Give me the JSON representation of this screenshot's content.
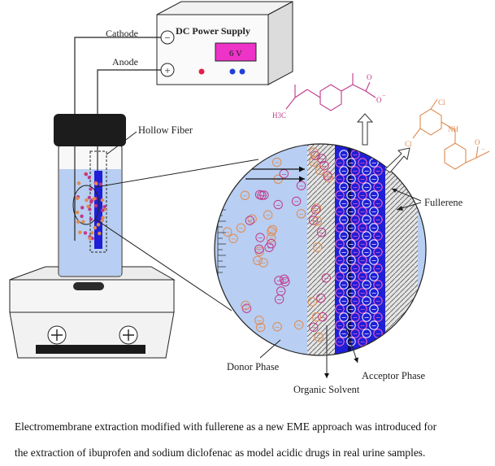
{
  "power_supply": {
    "title": "DC Power Supply",
    "voltage": "6 V"
  },
  "terminals": {
    "cathode": "Cathode",
    "anode": "Anode",
    "minus_symbol": "−",
    "plus_symbol": "+"
  },
  "labels": {
    "hollow_fiber": "Hollow Fiber",
    "fullerene": "Fullerene",
    "donor_phase": "Donor Phase",
    "organic_solvent": "Organic Solvent",
    "acceptor_phase": "Acceptor Phase"
  },
  "ion_symbol": "−",
  "molecules": {
    "ibuprofen": {
      "methyl": "H3C",
      "carboxylate_o": "O",
      "carboxylate_charge": "−",
      "color": "#c0398a"
    },
    "diclofenac": {
      "cl1": "Cl",
      "cl2": "Cl",
      "nh": "NH",
      "carboxylate_o": "O",
      "carboxylate_charge": "−",
      "color": "#e08a50"
    }
  },
  "caption": {
    "line1": "Electromembrane extraction modified with fullerene as a new EME approach was introduced for",
    "line2": "the extraction of ibuprofen and sodium diclofenac as model acidic drugs in real urine samples."
  },
  "colors": {
    "donor": "#b8cef2",
    "acceptor": "#1f1fd6",
    "membrane": "#d6d6d6",
    "magenta": "#c0398a",
    "orange": "#e08a50"
  }
}
